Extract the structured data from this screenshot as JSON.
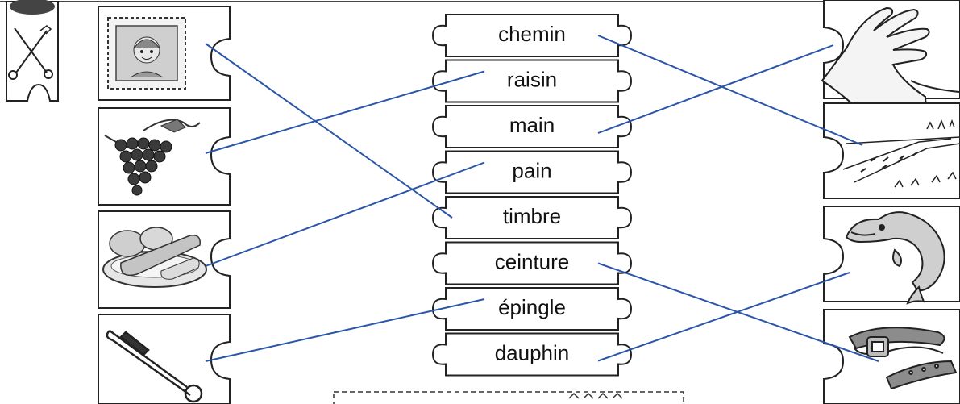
{
  "worksheet": {
    "words": [
      {
        "label": "chemin"
      },
      {
        "label": "raisin"
      },
      {
        "label": "main"
      },
      {
        "label": "pain"
      },
      {
        "label": "timbre"
      },
      {
        "label": "ceinture"
      },
      {
        "label": "épingle"
      },
      {
        "label": "dauphin"
      }
    ],
    "left_pictures": [
      {
        "icon": "stamp-icon",
        "word": "timbre"
      },
      {
        "icon": "grapes-icon",
        "word": "raisin"
      },
      {
        "icon": "bread-icon",
        "word": "pain"
      },
      {
        "icon": "safety-pin-icon",
        "word": "épingle"
      }
    ],
    "right_pictures": [
      {
        "icon": "hand-icon",
        "word": "main"
      },
      {
        "icon": "path-icon",
        "word": "chemin"
      },
      {
        "icon": "dolphin-icon",
        "word": "dauphin"
      },
      {
        "icon": "belt-icon",
        "word": "ceinture"
      }
    ],
    "instruction_icon": "scissors-icon",
    "line_color": "#2b55a8"
  }
}
